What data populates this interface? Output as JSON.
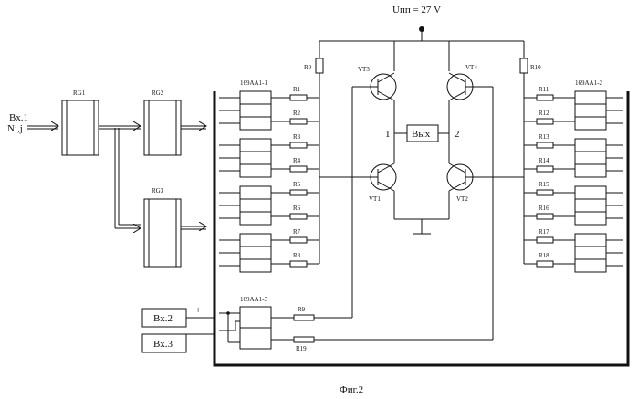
{
  "supply_label": "Uпп = 27 V",
  "caption": "Фиг.2",
  "inputs": {
    "vx1_line1": "Вх.1",
    "vx1_line2": "Ni,j",
    "vx2": "Вх.2",
    "vx3": "Вх.3",
    "plus": "+",
    "minus": "-"
  },
  "registers": {
    "rg1": "RG1",
    "rg2": "RG2",
    "rg3": "RG3"
  },
  "chips": {
    "left": "169АА1-1",
    "right": "169АА1-2",
    "bottom": "169АА1-3"
  },
  "resistors_left": [
    "R1",
    "R2",
    "R3",
    "R4",
    "R5",
    "R6",
    "R7",
    "R8"
  ],
  "resistors_right": [
    "R11",
    "R12",
    "R13",
    "R14",
    "R15",
    "R16",
    "R17",
    "R18"
  ],
  "resistors_misc": {
    "r0": "R0",
    "r10": "R10",
    "r9": "R9",
    "r19": "R19"
  },
  "transistors": {
    "vt1": "VT1",
    "vt2": "VT2",
    "vt3": "VT3",
    "vt4": "VT4"
  },
  "output": {
    "label": "Вых",
    "node1": "1",
    "node2": "2"
  }
}
